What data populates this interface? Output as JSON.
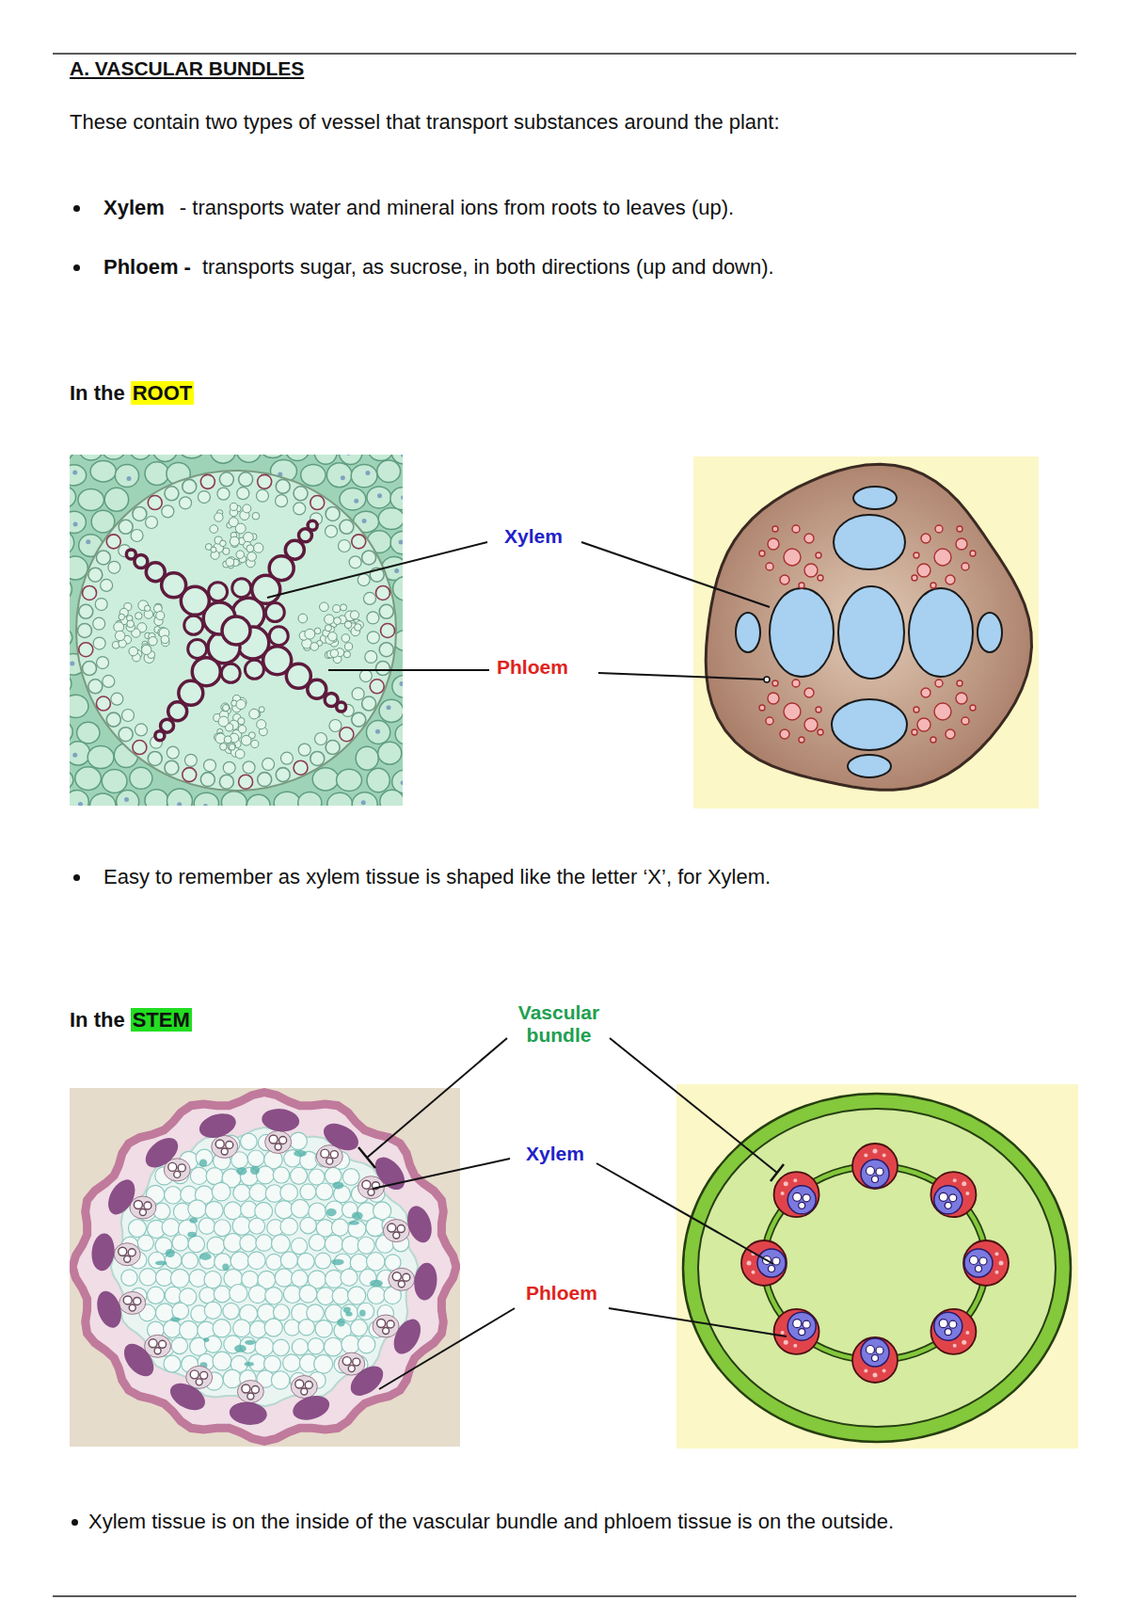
{
  "diagram": {
    "title": "A. VASCULAR BUNDLES",
    "labels": [
      "These contain two types of vessel that transport substances around the plant:",
      "Xylem",
      "-  transports water and mineral ions from roots to leaves (up).",
      "Phloem -",
      "transports sugar, as sucrose, in both directions (up and down).",
      "In the",
      "ROOT",
      "Xylem",
      "Phloem",
      "Easy to remember as xylem tissue is shaped like the letter ‘X’, for Xylem.",
      "In the",
      "STEM",
      "Vascular bundle",
      "Xylem",
      "Phloem",
      "Xylem tissue is on the inside of the vascular bundle and phloem tissue is on the outside."
    ]
  }
}
